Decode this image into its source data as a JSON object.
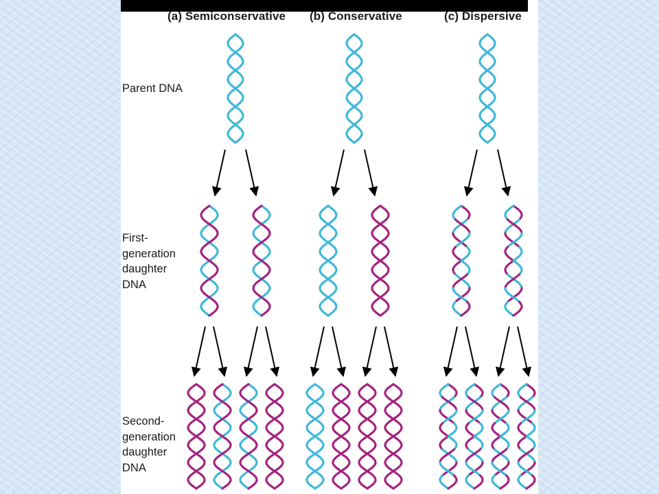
{
  "colors": {
    "parent_strand": "#3fb8d8",
    "new_strand": "#a3237f",
    "arrow": "#000000",
    "slide_background": "#d6e5f5",
    "panel_background": "#ffffff"
  },
  "columns": [
    {
      "title": "(a) Semiconservative"
    },
    {
      "title": "(b) Conservative"
    },
    {
      "title": "(c) Dispersive"
    }
  ],
  "rows": {
    "parent": [
      "Parent DNA"
    ],
    "first": [
      "First-",
      "generation",
      "daughter",
      "DNA"
    ],
    "second": [
      "Second-",
      "generation",
      "daughter",
      "DNA"
    ]
  }
}
